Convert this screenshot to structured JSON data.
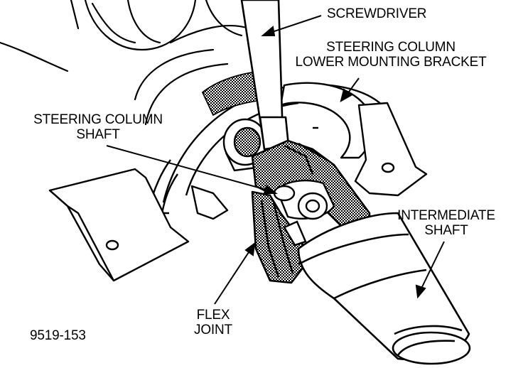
{
  "labels": {
    "screwdriver": "SCREWDRIVER",
    "bracket_line1": "STEERING COLUMN",
    "bracket_line2": "LOWER MOUNTING BRACKET",
    "column_shaft_line1": "STEERING COLUMN",
    "column_shaft_line2": "SHAFT",
    "intermediate_line1": "INTERMEDIATE",
    "intermediate_line2": "SHAFT",
    "flex_line1": "FLEX",
    "flex_line2": "JOINT"
  },
  "figure_id": "9519-153",
  "colors": {
    "ink": "#000000",
    "paper": "#ffffff",
    "shade": "#7a7a7a"
  }
}
